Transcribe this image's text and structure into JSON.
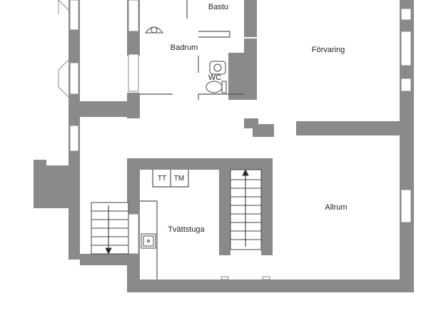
{
  "rooms": {
    "bastu": "Bastu",
    "badrum": "Badrum",
    "wc": "WC",
    "forvaring": "Förvaring",
    "tvattstuga": "Tvättstuga",
    "allrum": "Allrum"
  },
  "appliances": {
    "tumble_dryer": "TT",
    "washing_machine": "TM"
  },
  "colors": {
    "wall": "#8a8a8a",
    "floor": "#ffffff",
    "window_frame": "#9a9a9a",
    "line": "#333333"
  }
}
